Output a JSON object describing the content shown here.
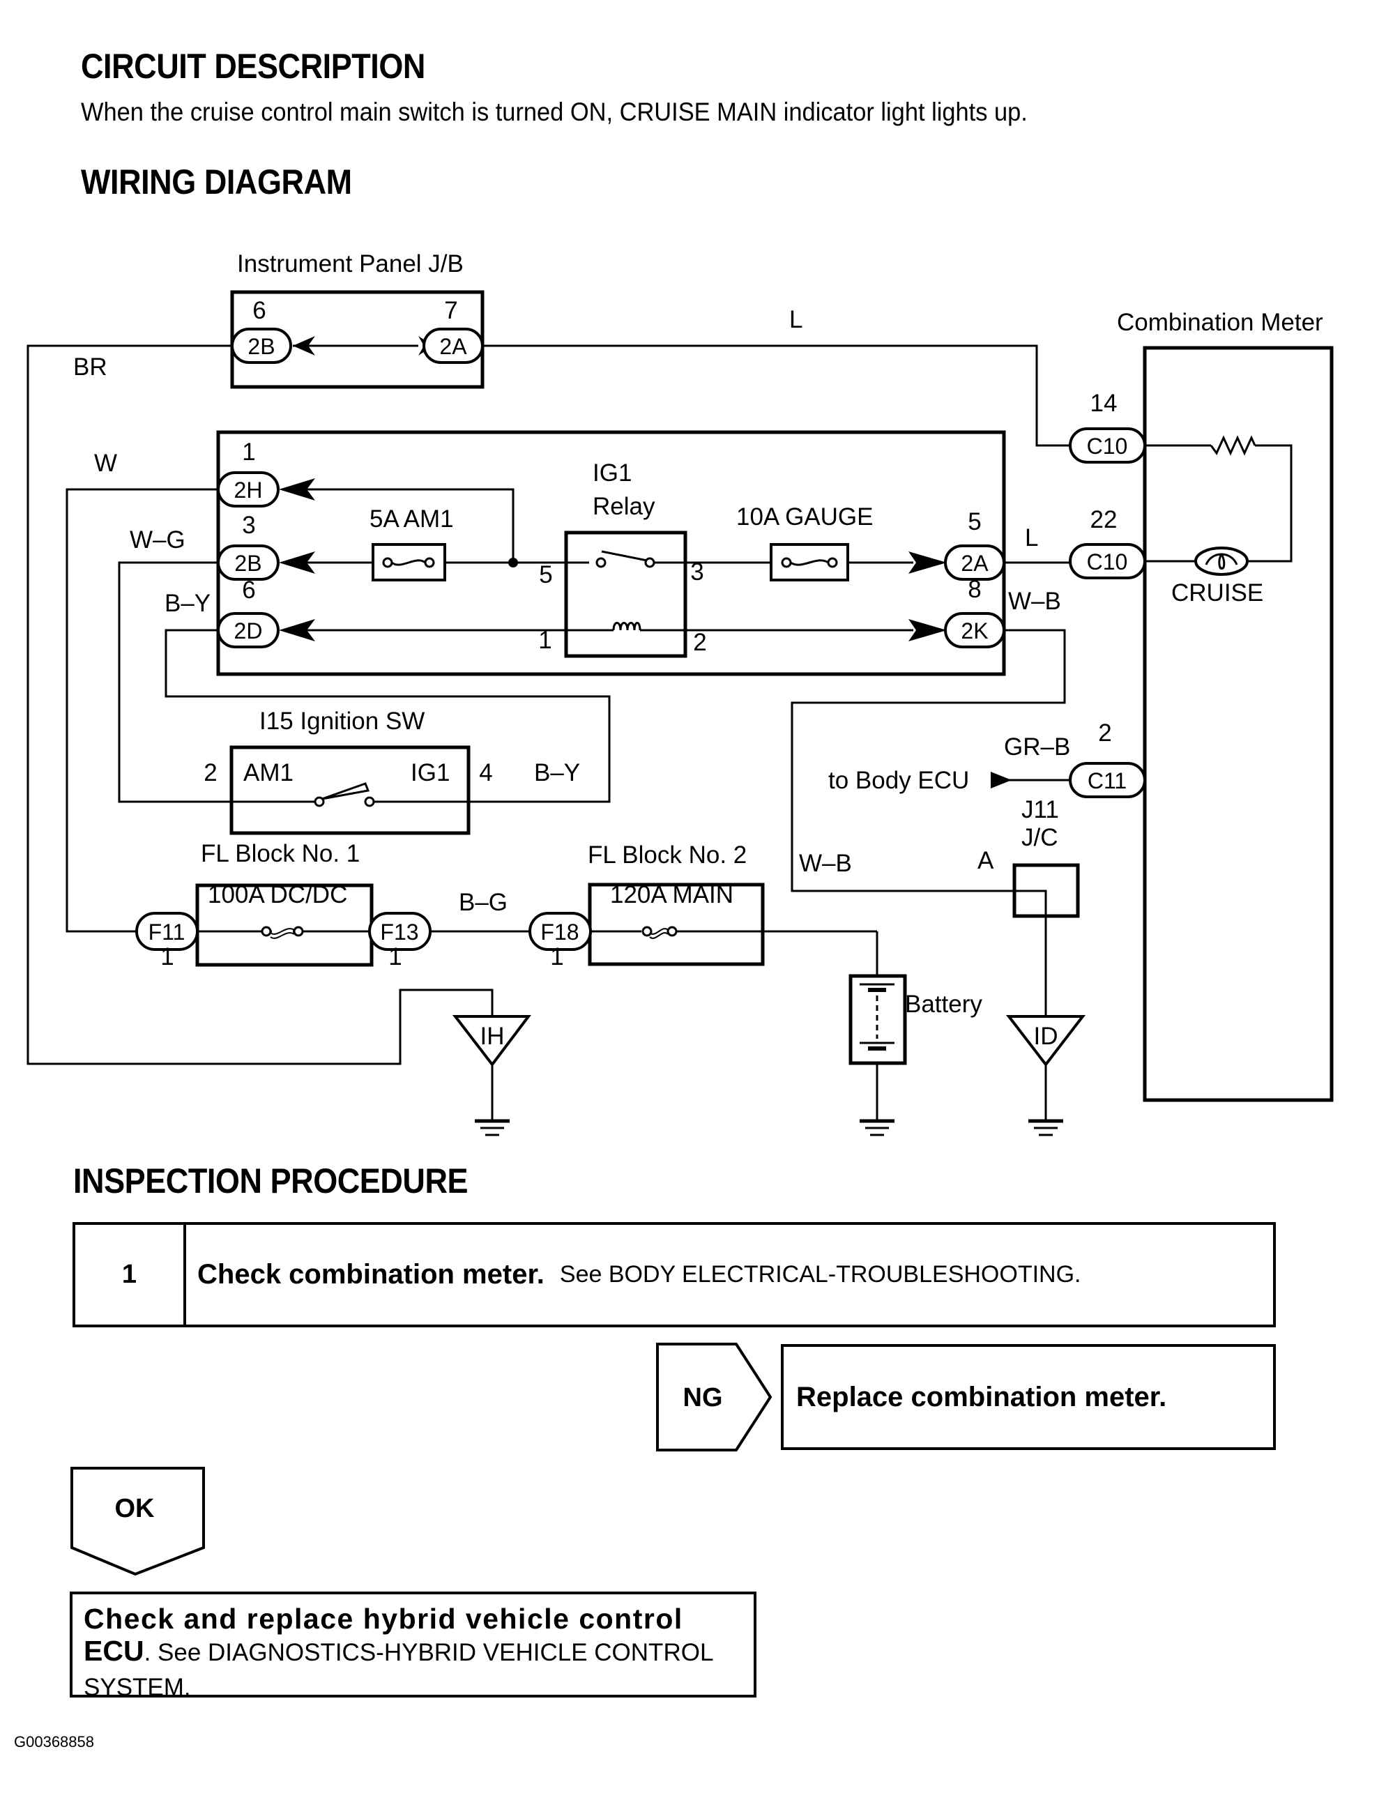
{
  "circuit_description": {
    "heading": "CIRCUIT DESCRIPTION",
    "text": "When the cruise control main switch is turned ON, CRUISE MAIN indicator light lights up."
  },
  "wiring_diagram": {
    "heading": "WIRING DIAGRAM",
    "components": {
      "instrument_panel_jb": "Instrument Panel J/B",
      "combination_meter": "Combination Meter",
      "ig1_relay_line1": "IG1",
      "ig1_relay_line2": "Relay",
      "fuse_am1": "5A AM1",
      "fuse_gauge": "10A GAUGE",
      "ignition_switch": "I15 Ignition SW",
      "ignition_am1": "AM1",
      "ignition_ig1": "IG1",
      "fl_block_1": "FL Block No. 1",
      "fl_block_1_fuse": "100A DC/DC",
      "fl_block_2": "FL Block No. 2",
      "fl_block_2_fuse": "120A MAIN",
      "battery": "Battery",
      "cruise_indicator": "CRUISE",
      "to_body_ecu": "to Body ECU",
      "junction_connector_line1": "J11",
      "junction_connector_line2": "J/C",
      "junction_pin": "A",
      "ground_ih": "IH",
      "ground_id": "ID"
    },
    "connectors": {
      "jb_2B_top": "2B",
      "jb_2B_top_pin": "6",
      "jb_2A_top": "2A",
      "jb_2A_top_pin": "7",
      "jb_2H": "2H",
      "jb_2H_pin": "1",
      "jb_2B": "2B",
      "jb_2B_pin": "3",
      "jb_2D": "2D",
      "jb_2D_pin": "6",
      "jb_2A": "2A",
      "jb_2A_pin": "5",
      "jb_2K": "2K",
      "jb_2K_pin": "8",
      "meter_c10_a": "C10",
      "meter_c10_a_pin": "14",
      "meter_c10_b": "C10",
      "meter_c10_b_pin": "22",
      "meter_c11": "C11",
      "meter_c11_pin": "2",
      "f11": "F11",
      "f11_pin": "1",
      "f13": "F13",
      "f13_pin": "1",
      "f18": "F18",
      "f18_pin": "1",
      "relay_pin_5": "5",
      "relay_pin_3": "3",
      "relay_pin_1": "1",
      "relay_pin_2": "2",
      "ign_pin_2": "2",
      "ign_pin_4": "4"
    },
    "wire_colors": {
      "br": "BR",
      "l_top": "L",
      "w": "W",
      "w_g": "W–G",
      "b_y_left": "B–Y",
      "b_y_right": "B–Y",
      "l_meter": "L",
      "w_b_upper": "W–B",
      "w_b_lower": "W–B",
      "gr_b": "GR–B",
      "b_g": "B–G"
    }
  },
  "inspection_procedure": {
    "heading": "INSPECTION PROCEDURE",
    "step": {
      "number": "1",
      "title": "Check combination meter.",
      "reference": "See BODY ELECTRICAL-TROUBLESHOOTING."
    },
    "ng": {
      "label": "NG",
      "action": "Replace combination meter."
    },
    "ok": {
      "label": "OK",
      "action_bold": "Check and replace hybrid vehicle control",
      "action_bold_2": "ECU",
      "action_ref": ". See DIAGNOSTICS-HYBRID VEHICLE CONTROL",
      "action_ref_2": "SYSTEM."
    }
  },
  "footer": {
    "figure_id": "G00368858"
  }
}
